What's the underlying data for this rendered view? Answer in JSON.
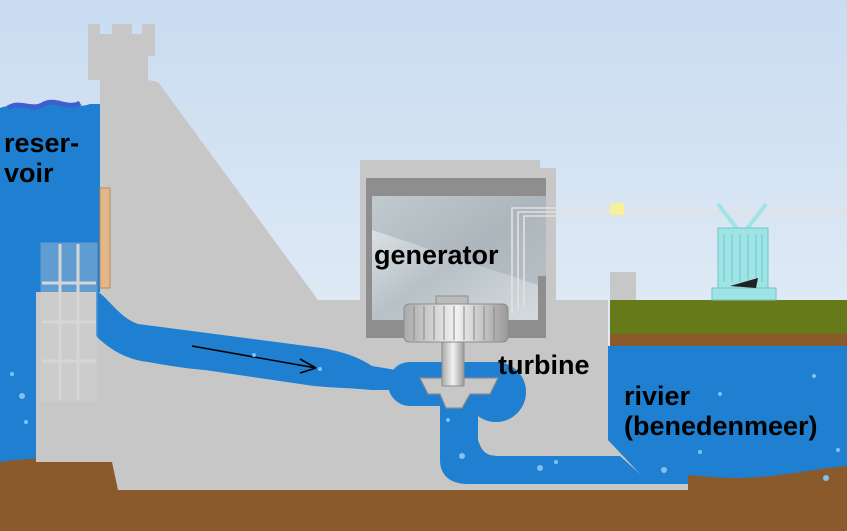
{
  "labels": {
    "reservoir_line1": "reser-",
    "reservoir_line2": "voir",
    "generator": "generator",
    "turbine": "turbine",
    "river_line1": "rivier",
    "river_line2": "(benedenmeer)"
  },
  "colors": {
    "sky_top": "#c9dcf1",
    "sky_bottom": "#eef3f8",
    "water": "#1f7fd0",
    "water_dark": "#0f68b8",
    "concrete": "#c7c7c7",
    "concrete_outline": "#8c8c8c",
    "earth": "#8a5a2a",
    "grass": "#677a1a",
    "generator_box": "#8e8e8e",
    "transformer": "#9ee3e6",
    "text": "#000000"
  },
  "icons": {
    "flow": "arrow-right-icon",
    "intake": "trash-rack-icon",
    "power": "power-line-icon",
    "transformer": "transformer-icon"
  }
}
